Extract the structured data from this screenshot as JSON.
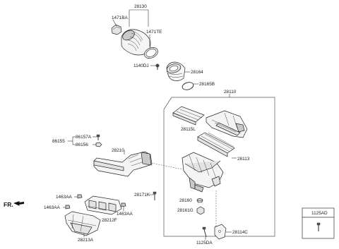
{
  "diagram": {
    "labels": {
      "p28130": "28130",
      "p1471BA": "1471BA",
      "p1471TE": "1471TE",
      "p1140DJ": "1140DJ",
      "p28164": "28164",
      "p28165B": "28165B",
      "p28110": "28110",
      "p28115L": "28115L",
      "p28113": "28113",
      "p86157A": "86157A",
      "p86155": "86155",
      "p86156": "86156",
      "p28210": "28210",
      "p28171K": "28171K",
      "p28160": "28160",
      "p28161G": "28161G",
      "p1463AA_a": "1463AA",
      "p1463AA_b": "1463AA",
      "p1463AA_c": "1463AA",
      "p28212F": "28212F",
      "p28213A": "28213A",
      "p28114C": "28114C",
      "p1125DA": "1125DA",
      "p1125AD": "1125AD"
    },
    "direction_label": "FR."
  }
}
